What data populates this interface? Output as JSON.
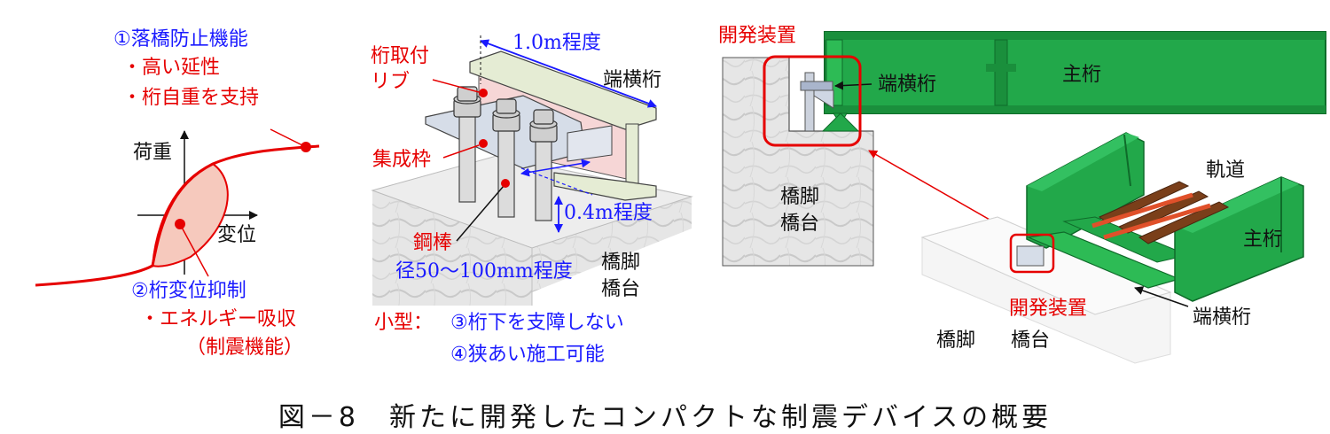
{
  "panel1": {
    "function1": "①落橋防止機能",
    "bullet_ductility": "・高い延性",
    "bullet_support": "・桁自重を支持",
    "axis_load": "荷重",
    "axis_displacement": "変位",
    "function2": "②桁変位抑制",
    "bullet_energy": "・エネルギー吸収",
    "bullet_damping": "（制震機能）"
  },
  "panel2": {
    "dim_length": "1.0m程度",
    "label_rib": "桁取付\nリブ",
    "label_cross_girder": "端横桁",
    "label_frame": "集成枠",
    "dim_height": "0.4m程度",
    "label_rod": "鋼棒",
    "label_rod_dia": "径50～100mm程度",
    "label_pier": "橋脚\n橋台",
    "compact_prefix": "小型：",
    "feature3": "③桁下を支障しない",
    "feature4": "④狭あい施工可能"
  },
  "panel3": {
    "dev_device_top": "開発装置",
    "cross_girder_top": "端横桁",
    "main_girder_top": "主桁",
    "pier_abutment_top": "橋脚\n橋台",
    "track": "軌道",
    "main_girder_right": "主桁",
    "dev_device_bottom": "開発装置",
    "cross_girder_bottom": "端横桁",
    "pier_bottom": "橋脚",
    "abutment_bottom": "橋台"
  },
  "caption": "図－8　新たに開発したコンパクトな制震デバイスの概要",
  "colors": {
    "blue": "#1a1aff",
    "red": "#e60000",
    "green": "#22a84a",
    "dark_green": "#0f6b2a"
  }
}
